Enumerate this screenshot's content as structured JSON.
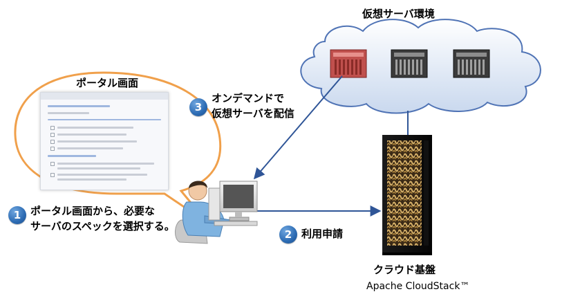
{
  "nodes": {
    "virtual_env_title": "仮想サーバ環境",
    "portal_title": "ポータル画面",
    "cloud_base_title": "クラウド基盤",
    "cloud_base_product": "Apache CloudStack™"
  },
  "steps": [
    {
      "number": "1",
      "text_line1": "ポータル画面から、必要な",
      "text_line2": "サーバのスペックを選択する。"
    },
    {
      "number": "2",
      "text_line1": "利用申請"
    },
    {
      "number": "3",
      "text_line1": "オンデマンドで",
      "text_line2": "仮想サーバを配信"
    }
  ],
  "colors": {
    "speech_bubble_border": "#f0a04b",
    "cloud_fill": "#dbe6f4",
    "cloud_border": "#4f73b5",
    "badge": "#2c6bb3",
    "highlighted_server": "#c0504d",
    "arrow": "#2f5597"
  },
  "icons": [
    "cloud-icon",
    "server-icon",
    "server-rack-icon",
    "user-at-computer-icon",
    "speech-bubble"
  ]
}
